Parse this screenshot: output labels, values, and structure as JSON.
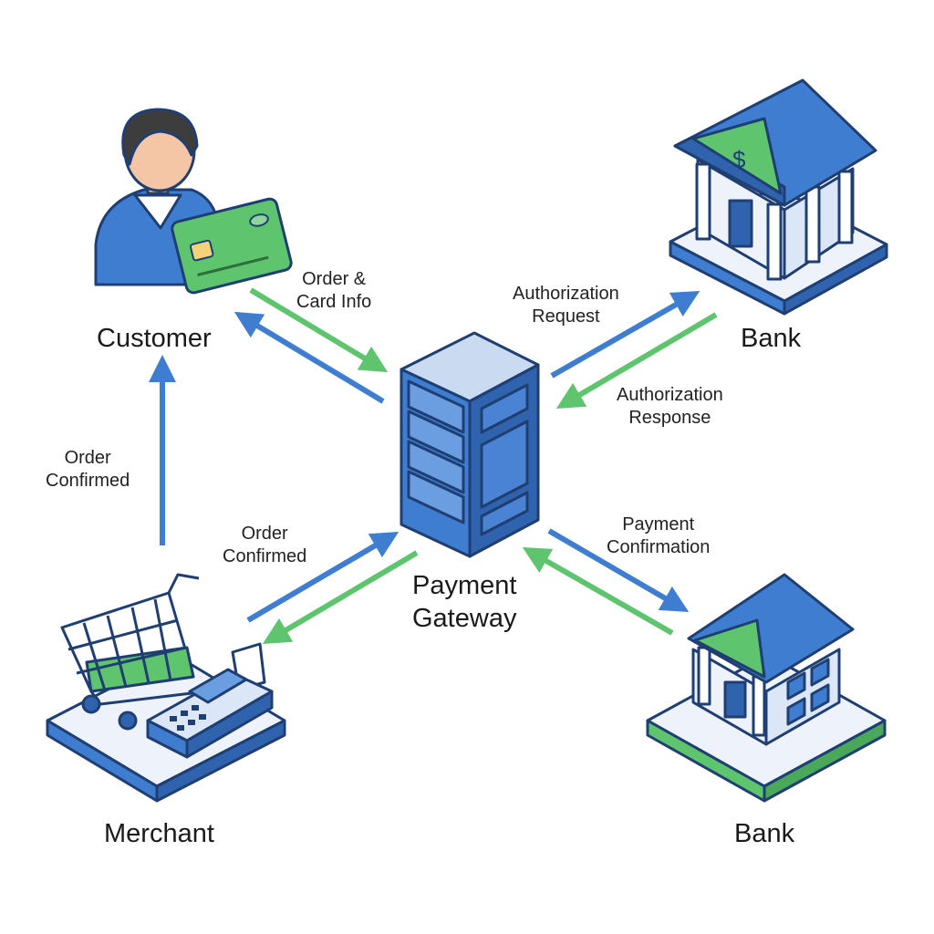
{
  "nodes": {
    "customer": {
      "label": "Customer"
    },
    "gateway": {
      "label_line1": "Payment",
      "label_line2": "Gateway"
    },
    "bank_top": {
      "label": "Bank"
    },
    "merchant": {
      "label": "Merchant"
    },
    "bank_bottom": {
      "label": "Bank"
    }
  },
  "edges": {
    "customer_to_gateway": {
      "line1": "Order &",
      "line2": "Card Info"
    },
    "auth_request": {
      "line1": "Authorization",
      "line2": "Request"
    },
    "auth_response": {
      "line1": "Authorization",
      "line2": "Response"
    },
    "merchant_to_customer": {
      "line1": "Order",
      "line2": "Confirmed"
    },
    "gateway_merchant": {
      "line1": "Order",
      "line2": "Confirmed"
    },
    "payment_confirmation": {
      "line1": "Payment",
      "line2": "Confirmation"
    }
  },
  "icons": {
    "bank_symbol": "$"
  },
  "colors": {
    "blue": "#3f7dd0",
    "green": "#5fc46e",
    "outline": "#1f3f73",
    "light": "#eef3fb"
  }
}
